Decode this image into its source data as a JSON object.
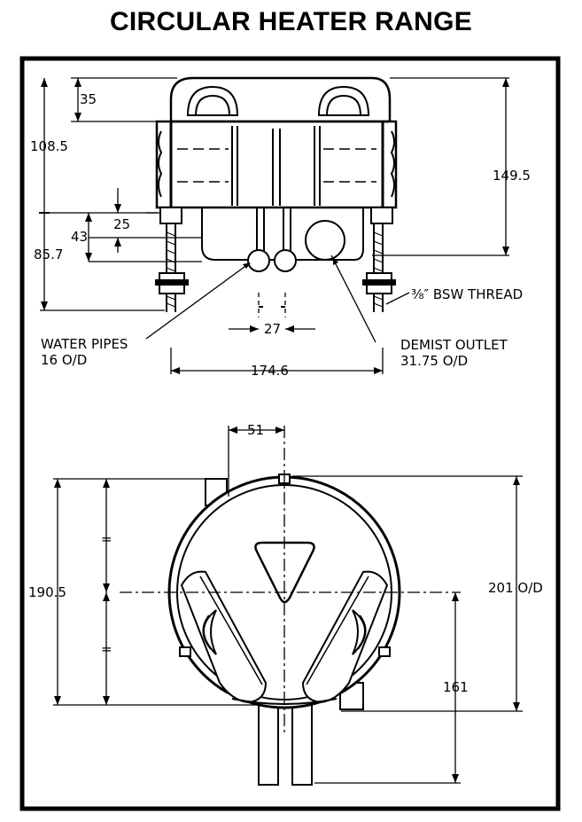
{
  "title": "CIRCULAR HEATER RANGE",
  "side_view": {
    "dim_35": "35",
    "dim_108_5": "108.5",
    "dim_149_5": "149.5",
    "dim_25": "25",
    "dim_43": "43",
    "dim_85_7": "85.7",
    "dim_27": "27",
    "dim_174_6": "174.6",
    "thread_note": "³⁄₈″ BSW THREAD",
    "water_pipes_line1": "WATER PIPES",
    "water_pipes_line2": "16 O/D",
    "demist_line1": "DEMIST OUTLET",
    "demist_line2": "31.75 O/D"
  },
  "plan_view": {
    "dim_51": "51",
    "dim_190_5": "190.5",
    "dim_201": "201 O/D",
    "dim_161": "161",
    "equal_mark": "="
  }
}
